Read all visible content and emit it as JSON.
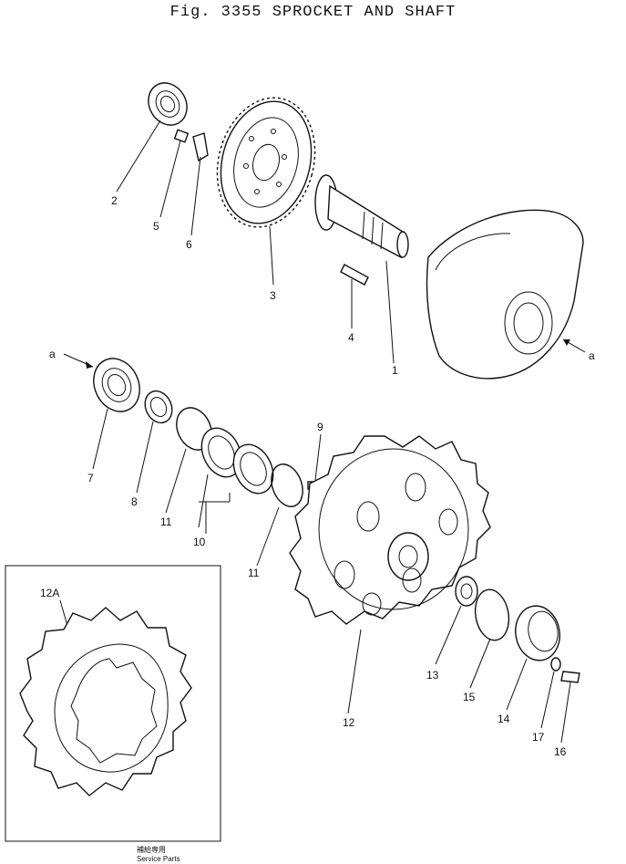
{
  "title": "Fig. 3355 SPROCKET AND SHAFT",
  "arrow_marker": "a",
  "service_label_jp": "補給専用",
  "service_label_en": "Service Parts",
  "callouts": {
    "c1": "1",
    "c2": "2",
    "c3": "3",
    "c4": "4",
    "c5": "5",
    "c6": "6",
    "c7": "7",
    "c8": "8",
    "c9": "9",
    "c10": "10",
    "c11a": "11",
    "c11b": "11",
    "c12": "12",
    "c12a": "12A",
    "c13": "13",
    "c14": "14",
    "c15": "15",
    "c16": "16",
    "c17": "17"
  }
}
